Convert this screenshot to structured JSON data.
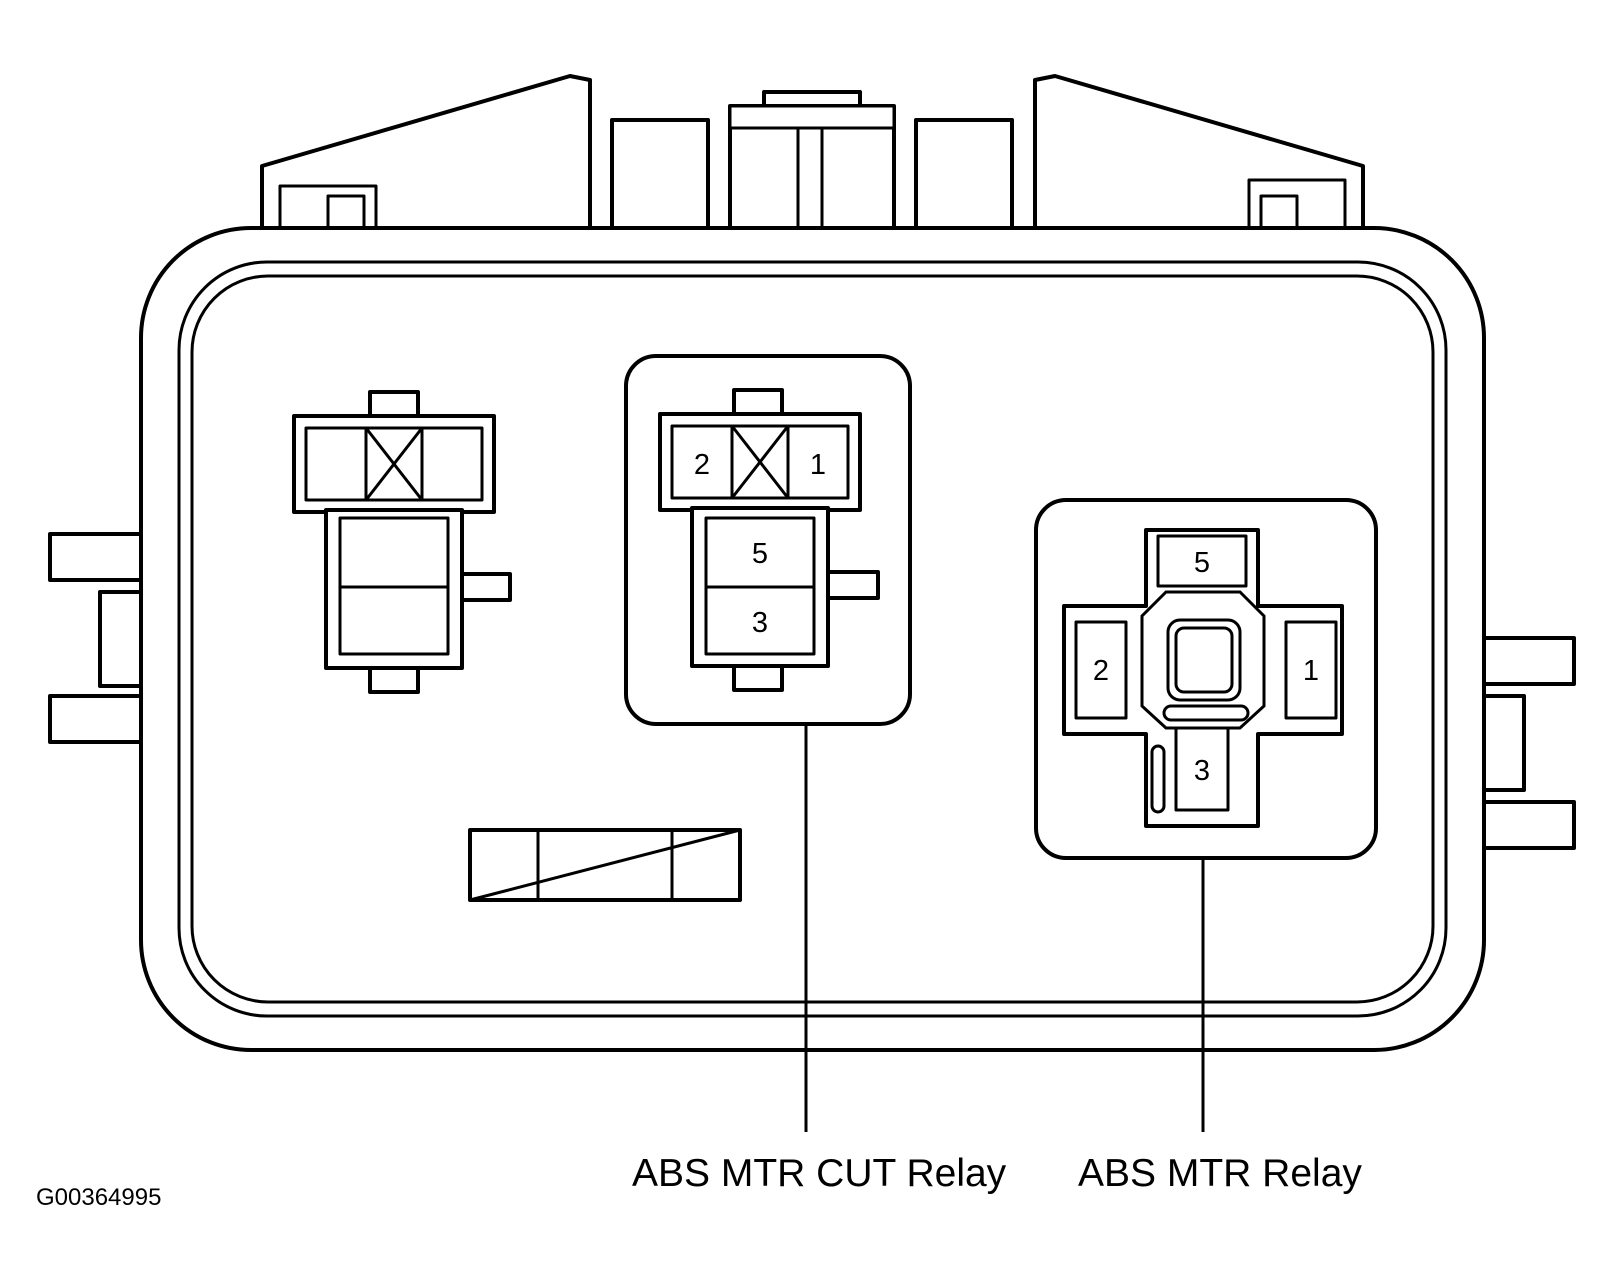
{
  "figure_id": "G00364995",
  "callouts": {
    "abs_mtr_cut_relay": "ABS MTR CUT Relay",
    "abs_mtr_relay": "ABS MTR Relay"
  },
  "cut_relay_pins": {
    "p2": "2",
    "p1": "1",
    "p5": "5",
    "p3": "3"
  },
  "mtr_relay_pins": {
    "p5": "5",
    "p2": "2",
    "p1": "1",
    "p3": "3"
  }
}
